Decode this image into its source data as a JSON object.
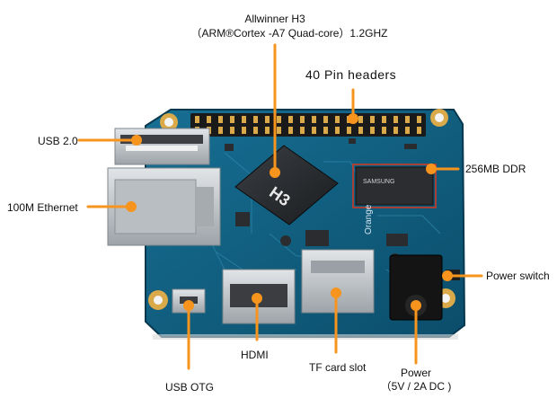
{
  "labels": {
    "cpu_line1": "Allwinner H3",
    "cpu_line2": "（ARM®Cortex  -A7 Quad-core）1.2GHZ",
    "pin_headers": "40 Pin headers",
    "usb2": "USB 2.0",
    "ethernet": "100M Ethernet",
    "ddr": "256MB DDR",
    "power_switch": "Power switch",
    "usb_otg": "USB OTG",
    "hdmi": "HDMI",
    "tf_card": "TF card slot",
    "power_line1": "Power",
    "power_line2": "（5V / 2A DC )"
  },
  "board": {
    "chip_text": "H3",
    "brand_text": "Orange",
    "ram_text": "SAMSUNG"
  },
  "colors": {
    "pcb": "#0e5e80",
    "pcb_dark": "#0a4661",
    "callout": "#f7941d",
    "metal": "#c8ccd0",
    "gold": "#d9a94a"
  }
}
